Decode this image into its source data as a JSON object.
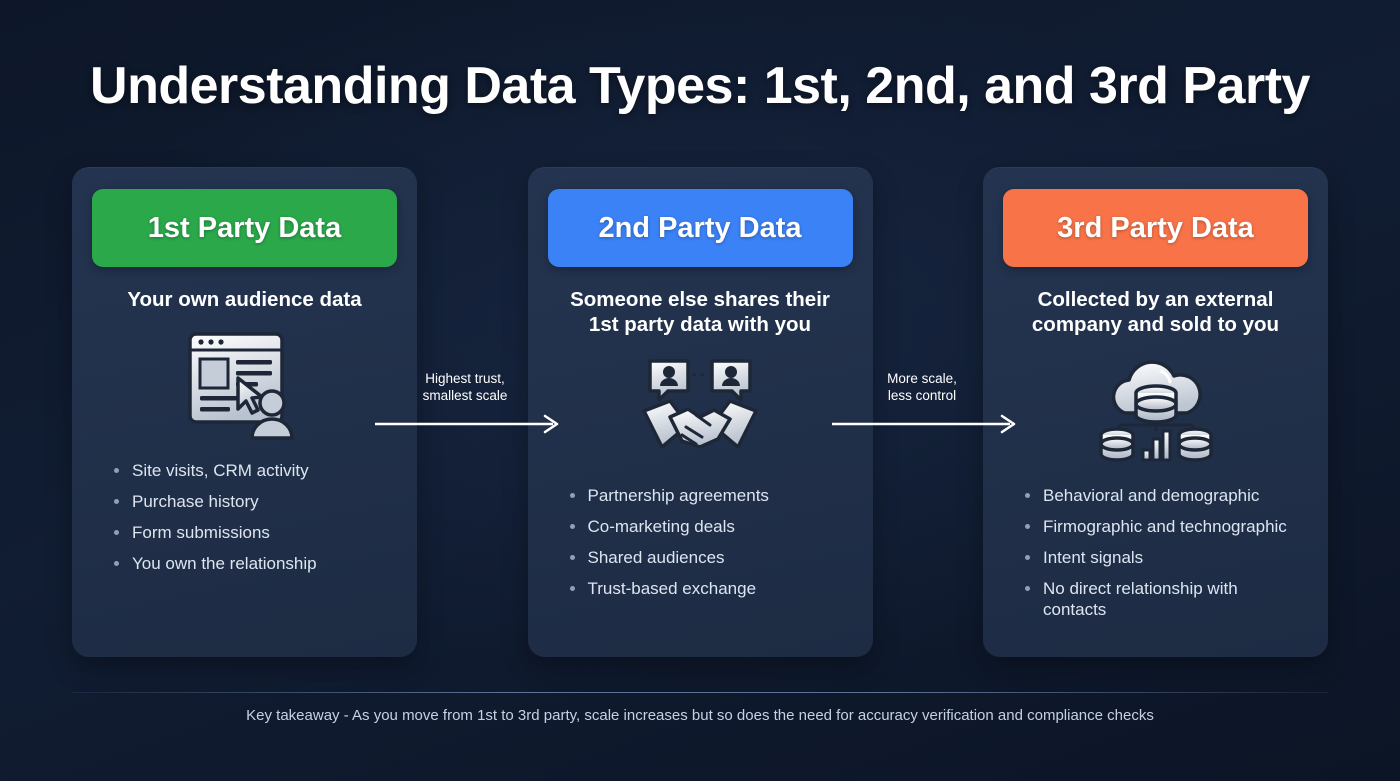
{
  "title": "Understanding Data Types: 1st, 2nd, and 3rd Party",
  "colors": {
    "background": "#0f1a2e",
    "card_bg": "#22314b",
    "card_border": "#3b4c68",
    "first_party": "#2aa84a",
    "second_party": "#3b82f6",
    "third_party": "#f97348",
    "text": "#ffffff",
    "muted_text": "#c5d2e4",
    "bullet_dot": "#8fa0b8",
    "icon": "#e9edf3"
  },
  "cards": [
    {
      "id": "first-party",
      "header": "1st Party Data",
      "header_color": "#2aa84a",
      "subtitle": "Your own audience data",
      "icon": "browser-window-cursor-user-icon",
      "bullets": [
        "Site visits, CRM activity",
        "Purchase history",
        "Form submissions",
        "You own the relationship"
      ]
    },
    {
      "id": "second-party",
      "header": "2nd Party Data",
      "header_color": "#3b82f6",
      "subtitle": "Someone else shares their 1st party data with you",
      "icon": "handshake-partners-icon",
      "bullets": [
        "Partnership agreements",
        "Co-marketing deals",
        "Shared audiences",
        "Trust-based exchange"
      ]
    },
    {
      "id": "third-party",
      "header": "3rd Party Data",
      "header_color": "#f97348",
      "subtitle": "Collected by an external company and sold to you",
      "icon": "cloud-database-analytics-icon",
      "bullets": [
        "Behavioral and demographic",
        "Firmographic and technographic",
        "Intent signals",
        "No direct relationship with contacts"
      ]
    }
  ],
  "connectors": [
    {
      "id": "connector-1",
      "label": "Highest trust,\nsmallest scale"
    },
    {
      "id": "connector-2",
      "label": "More scale,\nless control"
    }
  ],
  "footer": {
    "text": "Key takeaway - As you move from 1st to 3rd party, scale increases but so does the need for accuracy verification and compliance checks"
  }
}
